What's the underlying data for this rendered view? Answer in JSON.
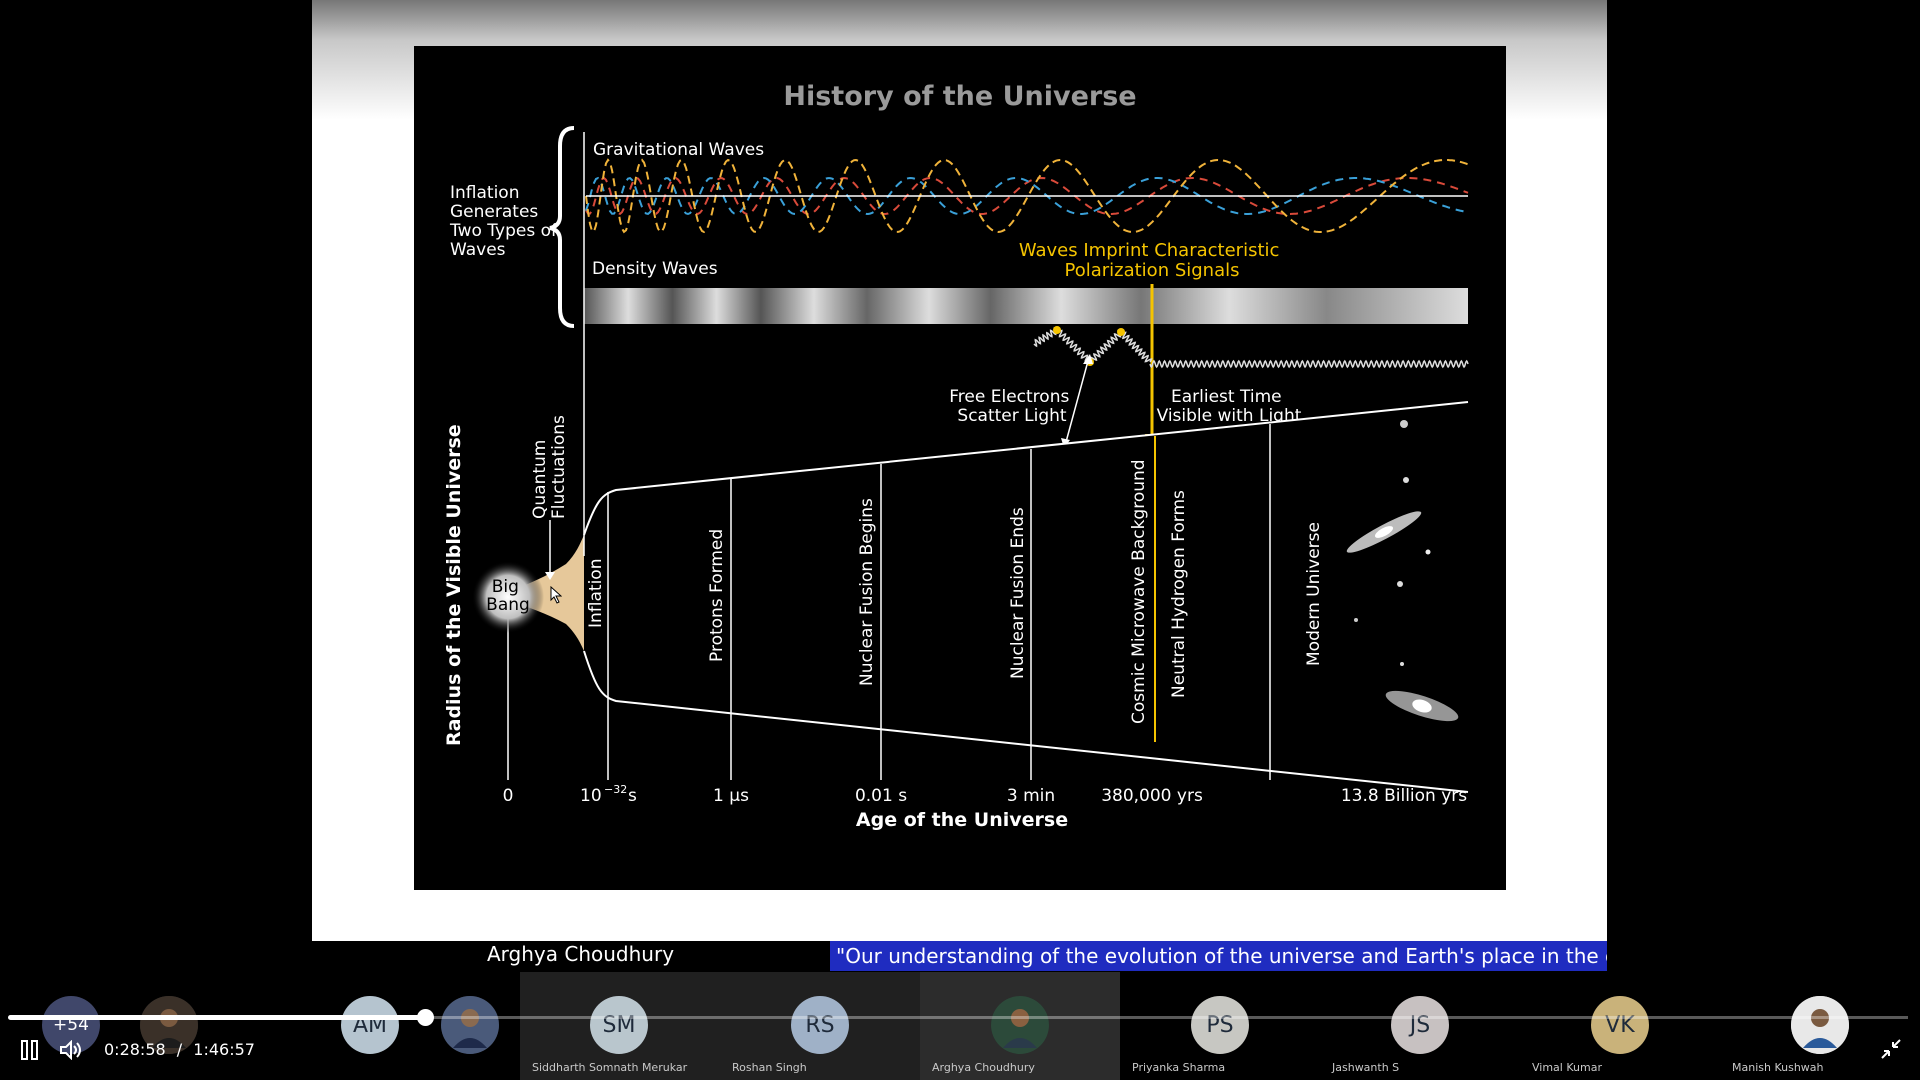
{
  "slide": {
    "title": "History of the Universe",
    "inflation_label": [
      "Inflation",
      "Generates",
      "Two Types of",
      "Waves"
    ],
    "gravitational_waves": "Gravitational Waves",
    "density_waves": "Density Waves",
    "polarization": [
      "Waves Imprint Characteristic",
      "Polarization Signals"
    ],
    "free_electrons": [
      "Free Electrons",
      "Scatter Light"
    ],
    "earliest_time": [
      "Earliest Time",
      "Visible with Light"
    ],
    "quantum": [
      "Quantum",
      "Fluctuations"
    ],
    "big_bang": [
      "Big",
      "Bang"
    ],
    "y_axis": "Radius of the Visible Universe",
    "x_axis": "Age of the Universe",
    "eras": [
      "Inflation",
      "Protons Formed",
      "Nuclear Fusion Begins",
      "Nuclear Fusion Ends",
      "Cosmic Microwave Background",
      "Neutral Hydrogen Forms",
      "Modern Universe"
    ],
    "ticks": [
      "0",
      "10",
      "−32",
      "s",
      "1 µs",
      "0.01 s",
      "3 min",
      "380,000 yrs",
      "13.8 Billion yrs"
    ],
    "colors": {
      "accent_yellow": "#f5c400",
      "slide_bg": "#000000",
      "title_gray": "#9a9a9a"
    }
  },
  "presenter": {
    "name": "Arghya Choudhury"
  },
  "ticker": {
    "text": "\"Our understanding of the evolution of the universe and Earth's place in the cosm"
  },
  "player": {
    "current_time": "0:28:58",
    "separator": "/",
    "duration": "1:46:57",
    "progress_fraction": 0.219,
    "pause_icon": "pause-icon",
    "volume_icon": "volume-icon",
    "exit_fullscreen_icon": "exit-fullscreen-icon"
  },
  "participants": {
    "overflow": "+54",
    "list": [
      {
        "initials": "AM",
        "name": ""
      },
      {
        "initials": "SM",
        "name": "Siddharth Somnath Merukar"
      },
      {
        "initials": "RS",
        "name": "Roshan Singh"
      },
      {
        "initials": "",
        "name": "Arghya Choudhury"
      },
      {
        "initials": "PS",
        "name": "Priyanka Sharma"
      },
      {
        "initials": "JS",
        "name": "Jashwanth S"
      },
      {
        "initials": "VK",
        "name": "Vimal Kumar"
      },
      {
        "initials": "",
        "name": "Manish Kushwah"
      }
    ],
    "colors": {
      "SM": "#b9c6cd",
      "RS": "#9fb1c7",
      "PS": "#c7c7c2",
      "JS": "#c7c1c1",
      "VK": "#c9b27a",
      "AM": "#b5c4cf"
    }
  }
}
